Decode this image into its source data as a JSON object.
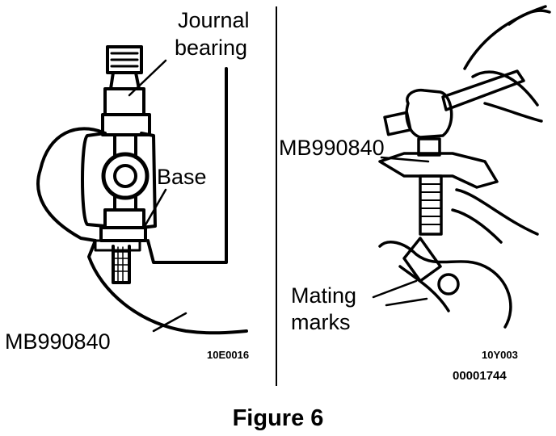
{
  "left_panel": {
    "label_journal": [
      "Journal",
      "bearing"
    ],
    "label_base": "Base",
    "label_tool": "MB990840",
    "code": "10E0016"
  },
  "right_panel": {
    "label_tool": "MB990840",
    "label_marks": [
      "Mating",
      "marks"
    ],
    "code": "10Y003",
    "doc_number": "00001744"
  },
  "caption": "Figure 6"
}
